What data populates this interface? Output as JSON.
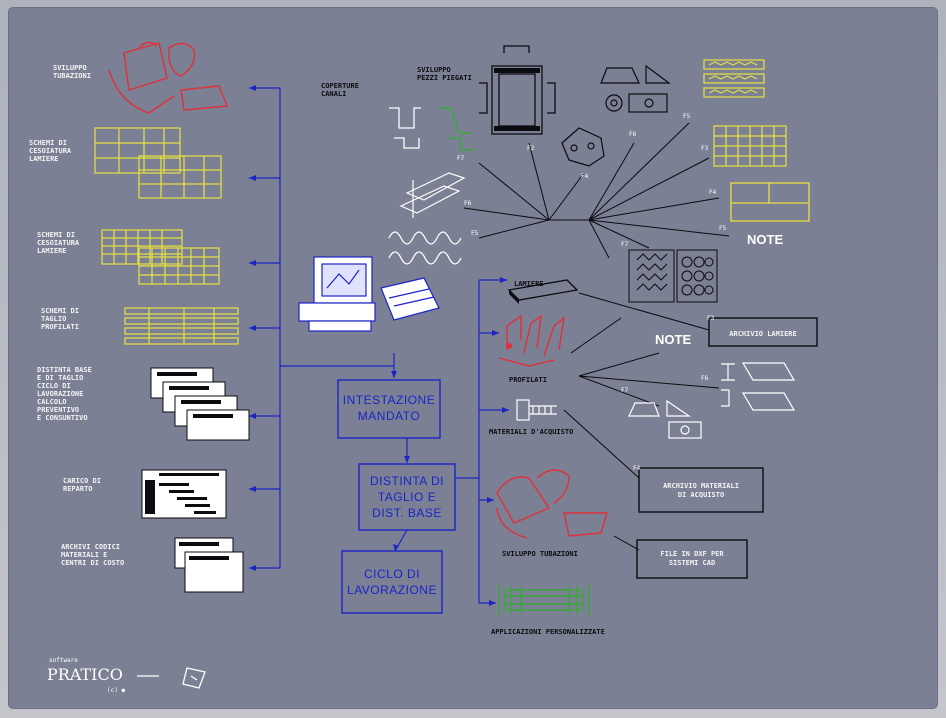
{
  "left_items": [
    "SVILUPPO\nTUBAZIONI",
    "SCHEMI DI\nCESOIATURA\nLAMIERE",
    "SCHEMI DI\nCESOIATURA\nLAMIERE",
    "SCHEMI DI\nTAGLIO\nPROFILATI",
    "DISTINTA BASE\nE DI TAGLIO\nCICLO DI\nLAVORAZIONE\nCALCOLO\nPREVENTIVO\nE CONSUNTIVO",
    "CARICO DI\nREPARTO",
    "ARCHIVI CODICI\nMATERIALI E\nCENTRI DI COSTO"
  ],
  "center_boxes": [
    "INTESTAZIONE\nMANDATO",
    "DISTINTA DI\nTAGLIO E\nDIST. BASE",
    "CICLO DI\nLAVORAZIONE"
  ],
  "top_labels": {
    "coperture": "COPERTURE\nCANALI",
    "sviluppo_pezzi": "SVILUPPO\nPEZZI PIEGATI"
  },
  "f_labels": [
    "F7",
    "F2",
    "F4",
    "F6",
    "F5",
    "F3",
    "F4",
    "F5",
    "F7",
    "F6",
    "F5",
    "F3",
    "F6",
    "F7",
    "F4"
  ],
  "notes": [
    "NOTE",
    "NOTE"
  ],
  "right_items": [
    "LAMIERE",
    "PROFILATI",
    "MATERIALI D'ACQUISTO",
    "SVILUPPO TUBAZIONI",
    "APPLICAZIONI PERSONALIZZATE"
  ],
  "archive_boxes": [
    "ARCHIVIO LAMIERE",
    "ARCHIVIO MATERIALI\nDI ACQUISTO",
    "FILE IN DXF PER\nSISTEMI CAD"
  ],
  "logo": {
    "top": "software",
    "main": "PRATICO",
    "sub": "(c) ●"
  },
  "colors": {
    "blue": "#1c24c8",
    "red": "#e0303a",
    "yellow": "#e8e040",
    "green": "#3aa83a",
    "bg": "#7b8094"
  }
}
